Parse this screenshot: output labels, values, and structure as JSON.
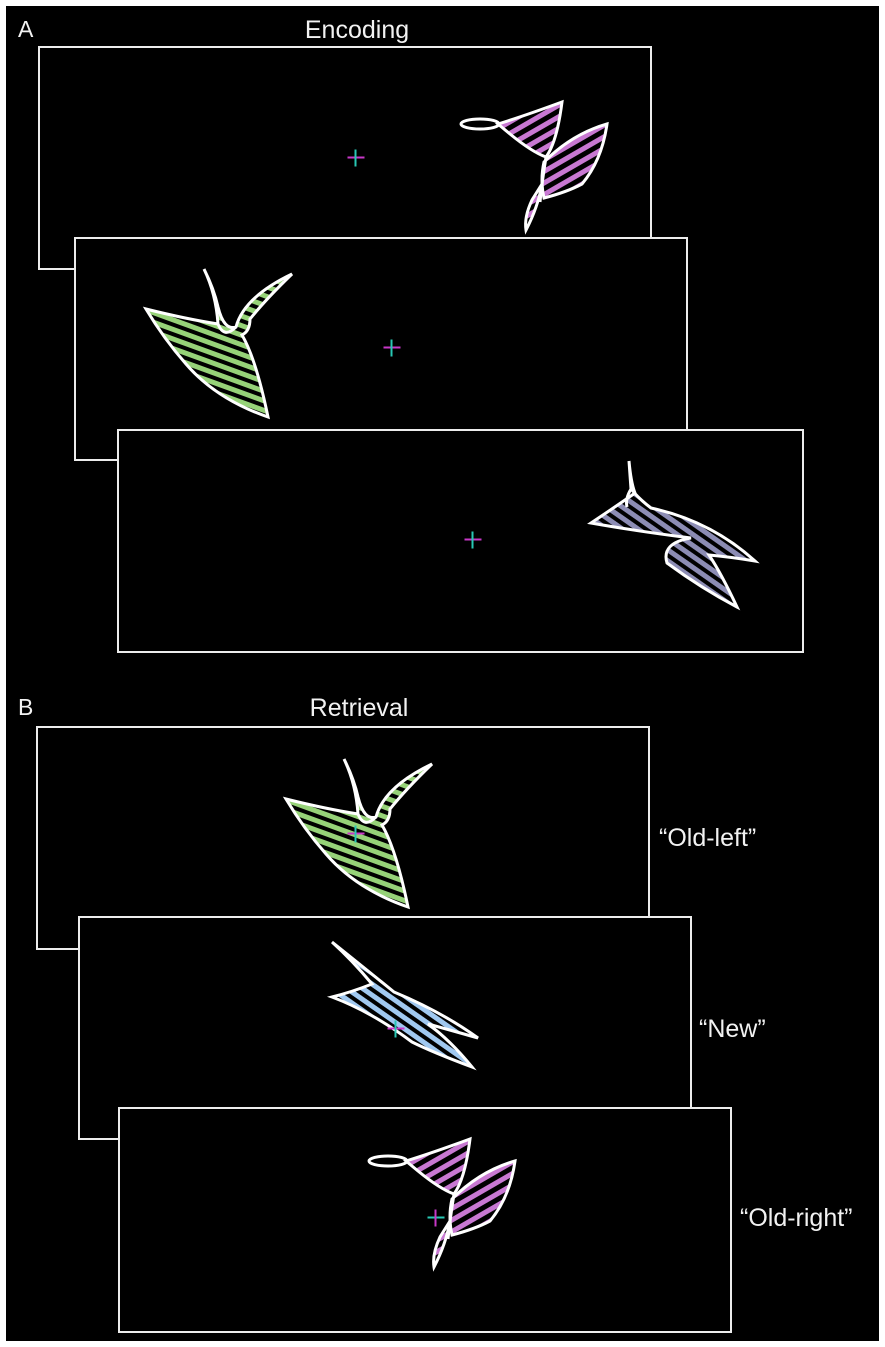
{
  "panel_a": {
    "letter": "A",
    "title": "Encoding"
  },
  "panel_b": {
    "letter": "B",
    "title": "Retrieval"
  },
  "responses": [
    "“Old-left”",
    "“New”",
    "“Old-right”"
  ],
  "colors": {
    "background": "#000000",
    "frame": "#ececec",
    "fixation_h": "#c838c8",
    "fixation_v": "#28c8b4",
    "shape_magenta": "#c878d2",
    "shape_green": "#96d278",
    "shape_slate": "#8c8cb4",
    "shape_blue": "#a0c8f0"
  },
  "icons": [
    "fixation-cross",
    "abstract-shape"
  ]
}
